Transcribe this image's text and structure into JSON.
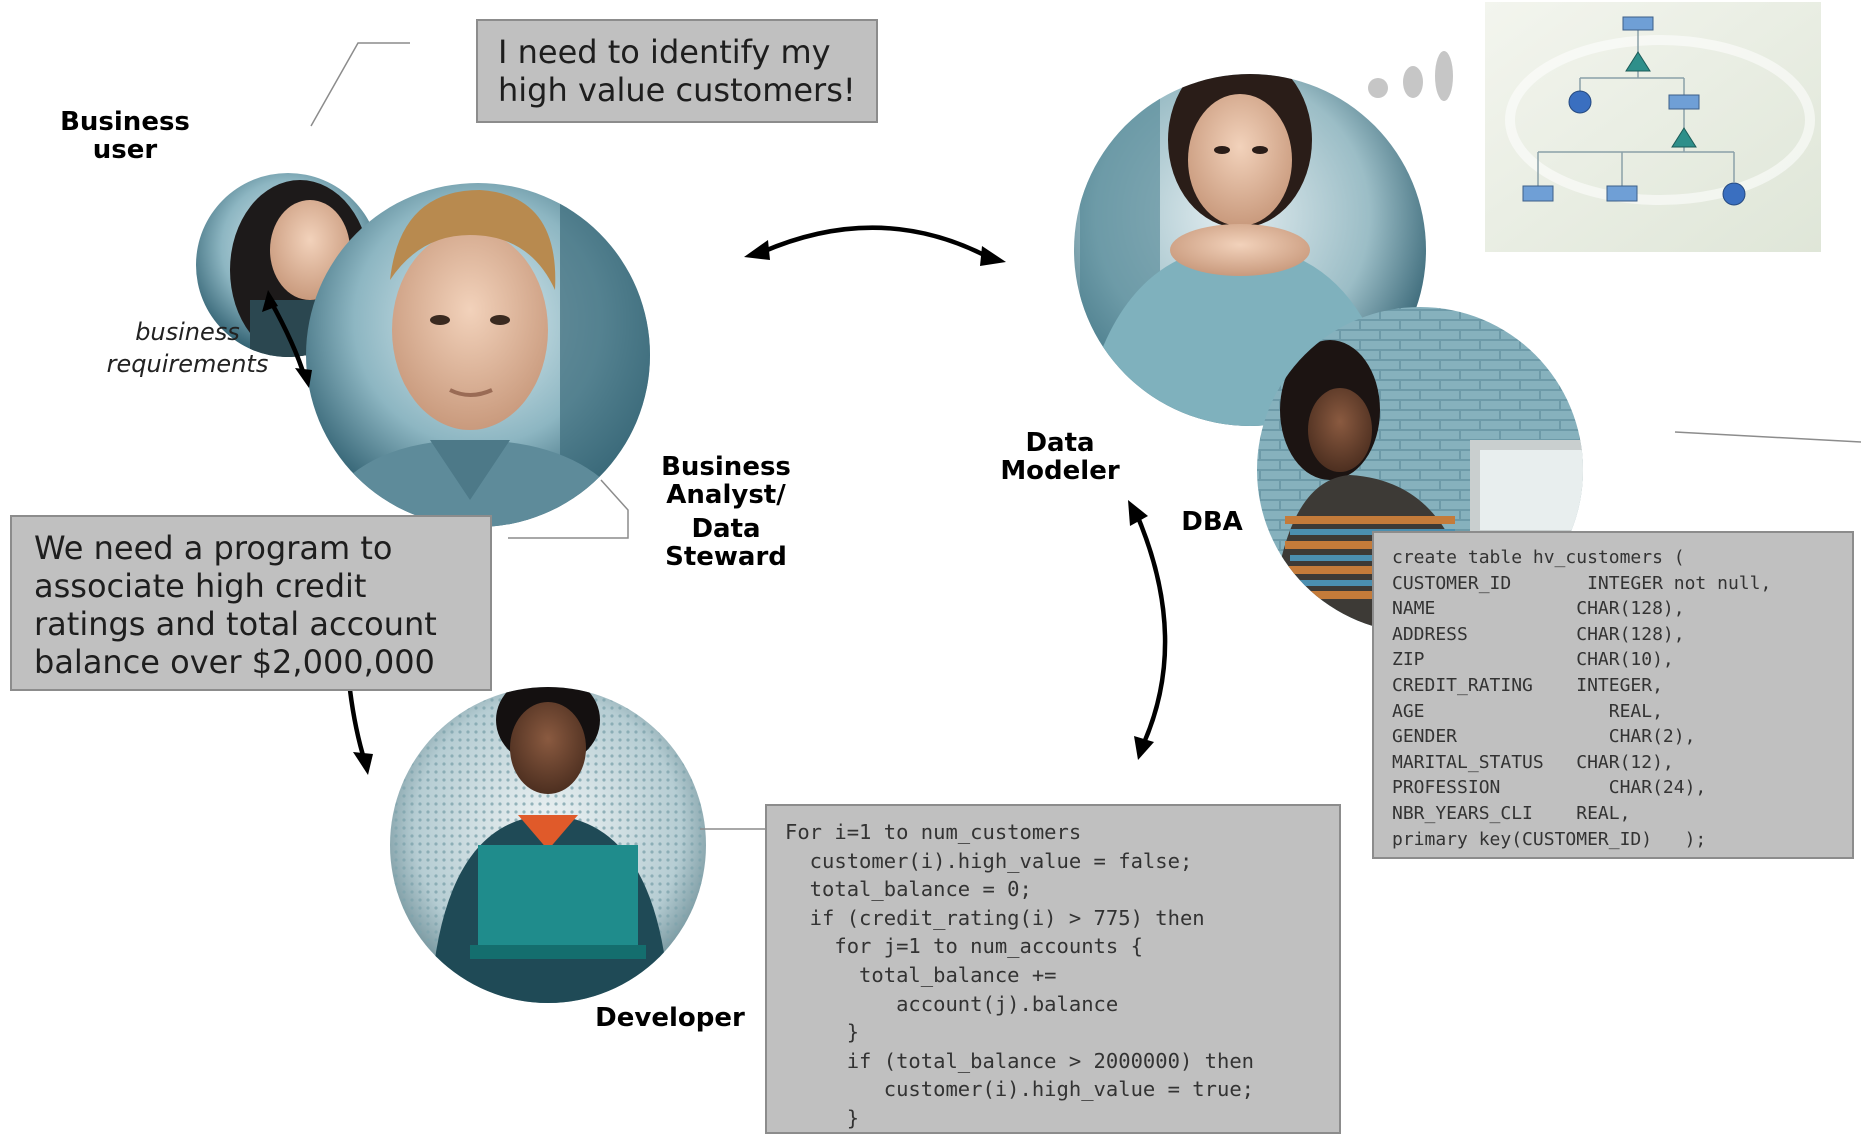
{
  "roles": {
    "business_user": "Business user",
    "business_analyst_line1": "Business",
    "business_analyst_line2": "Analyst/",
    "business_analyst_line3": "Data",
    "business_analyst_line4": "Steward",
    "data_modeler_line1": "Data",
    "data_modeler_line2": "Modeler",
    "dba": "DBA",
    "developer": "Developer"
  },
  "labels": {
    "business_requirements_line1": "business",
    "business_requirements_line2": "requirements"
  },
  "callouts": {
    "business_user_line1": "I need to identify my",
    "business_user_line2": "high value customers!",
    "analyst_lines": [
      "We need a program to",
      "associate high credit",
      "ratings and total account",
      "balance over $2,000,000"
    ]
  },
  "sql_code": "create table hv_customers (\nCUSTOMER_ID       INTEGER not null,\nNAME             CHAR(128),\nADDRESS          CHAR(128),\nZIP              CHAR(10),\nCREDIT_RATING    INTEGER,\nAGE                 REAL,\nGENDER              CHAR(2),\nMARITAL_STATUS   CHAR(12),\nPROFESSION          CHAR(24),\nNBR_YEARS_CLI    REAL,\nprimary key(CUSTOMER_ID)   );",
  "program_code": "For i=1 to num_customers\n  customer(i).high_value = false;\n  total_balance = 0;\n  if (credit_rating(i) > 775) then\n    for j=1 to num_accounts {\n      total_balance +=\n         account(j).balance\n     }\n     if (total_balance > 2000000) then\n        customer(i).high_value = true;\n     }",
  "colors": {
    "callout_fill": "#c0c0c0",
    "callout_border": "#8c8c8c",
    "photo_teal": "#4f7f8f",
    "model_shape": "#2e8f8a",
    "model_circle": "#3a6fc0",
    "model_rect": "#6f9fd6"
  }
}
